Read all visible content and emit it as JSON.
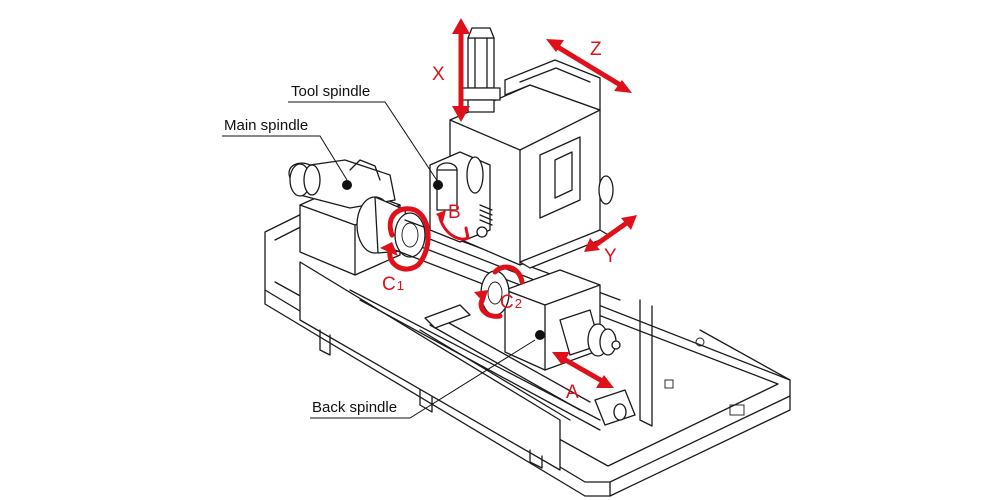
{
  "diagram": {
    "title": "Machine axis configuration",
    "callouts": [
      {
        "id": "tool-spindle",
        "label": "Tool spindle"
      },
      {
        "id": "main-spindle",
        "label": "Main spindle"
      },
      {
        "id": "back-spindle",
        "label": "Back spindle"
      }
    ],
    "axes": {
      "x": "X",
      "z": "Z",
      "y": "Y",
      "b": "B",
      "c1_letter": "C",
      "c1_sub": "1",
      "c2_letter": "C",
      "c2_sub": "2",
      "a": "A"
    },
    "colors": {
      "axis_arrow": "#e0101a",
      "line_art": "#1a1a1a",
      "background": "#ffffff"
    }
  }
}
